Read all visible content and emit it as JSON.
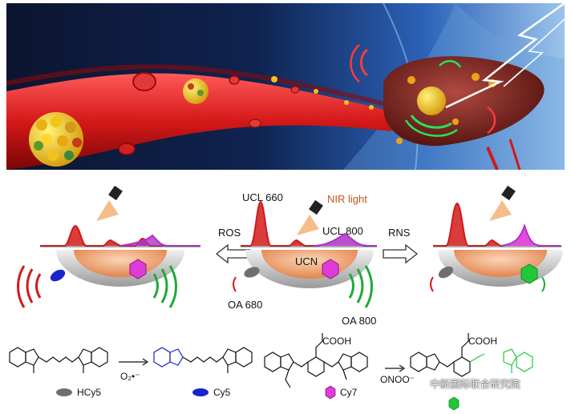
{
  "labels": {
    "ucl660": "UCL 660",
    "nir_light": "NIR light",
    "ucl800": "UCL 800",
    "ros": "ROS",
    "rns": "RNS",
    "ucn": "UCN",
    "oa680": "OA 680",
    "oa800": "OA 800"
  },
  "molecules": {
    "cooh_1": "COOH",
    "cooh_2": "COOH",
    "superoxide": "O₂•⁻",
    "peroxynitrite": "ONOO⁻"
  },
  "legend": {
    "hcy5": "HCy5",
    "cy5": "Cy5",
    "cy7": "Cy7"
  },
  "watermark": "中新国际联合研究院",
  "colors": {
    "ucl660": "#d11a1a",
    "ucl800": "#b031c8",
    "nir_light": "#e06a1c",
    "cy5": "#1a24c8",
    "cy7": "#e03ad8",
    "oxidized_cy7": "#22c83a",
    "hcy5": "#6f6f6f"
  }
}
